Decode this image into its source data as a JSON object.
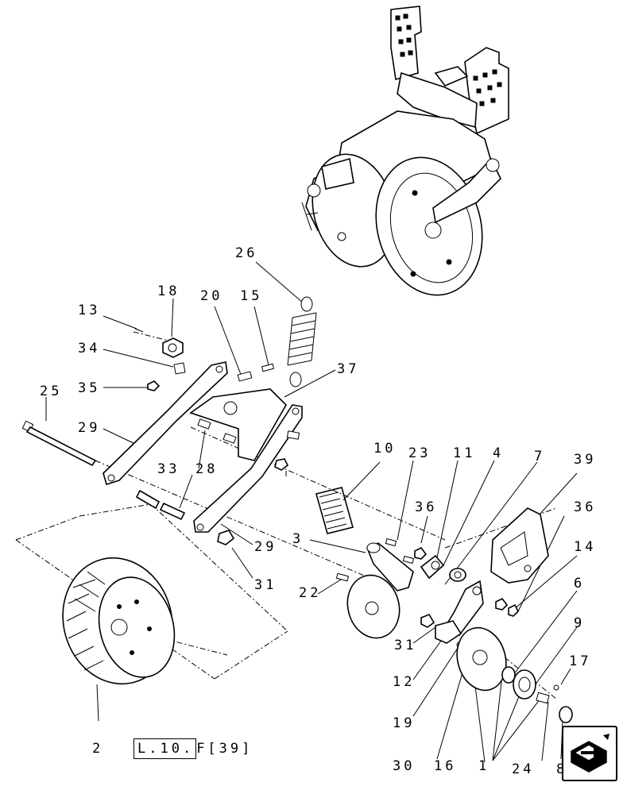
{
  "labels": {
    "l26": "26",
    "l18": "18",
    "l20": "20",
    "l15": "15",
    "l13": "13",
    "l34": "34",
    "l37": "37",
    "l25": "25",
    "l35": "35",
    "l29a": "29",
    "l33": "33",
    "l28": "28",
    "l29b": "29",
    "l31a": "31",
    "l10": "10",
    "l23": "23",
    "l11": "11",
    "l4": "4",
    "l7": "7",
    "l39": "39",
    "l36a": "36",
    "l36b": "36",
    "l3": "3",
    "l14": "14",
    "l22": "22",
    "l6": "6",
    "l9": "9",
    "l31b": "31",
    "l12": "12",
    "l17": "17",
    "l19": "19",
    "l2": "2",
    "l30": "30",
    "l16": "16",
    "l1": "1",
    "l24": "24",
    "l8": "8"
  },
  "reference": {
    "boxed": "L.10.",
    "suffix": "F[39]"
  },
  "icons": {
    "nav": "return-arrow-icon"
  }
}
